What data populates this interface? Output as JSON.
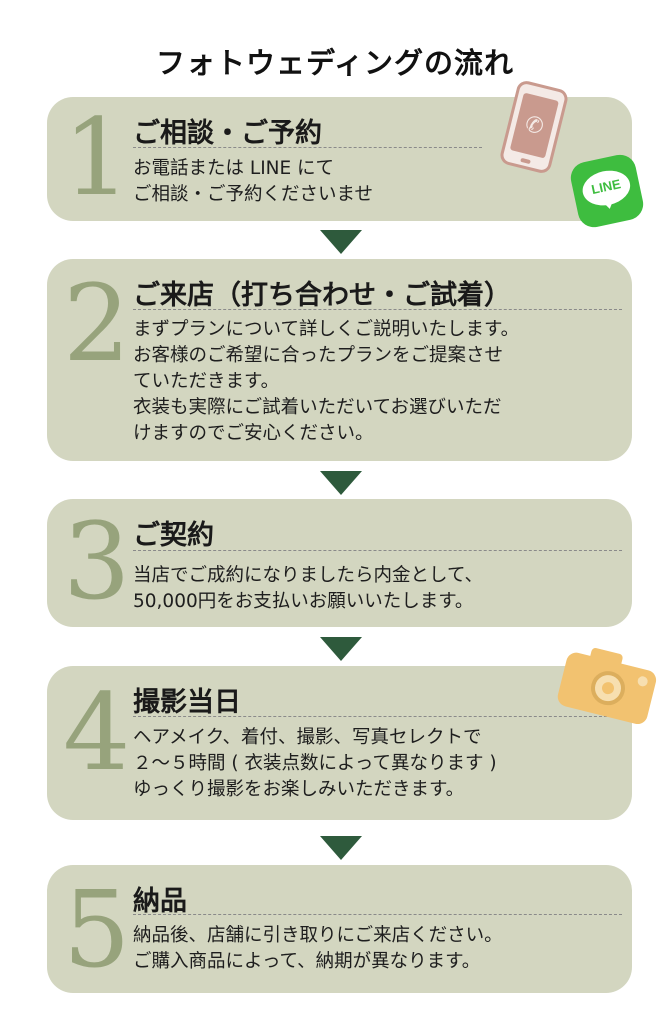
{
  "page": {
    "title": "フォトウェディングの流れ"
  },
  "steps": [
    {
      "number": "1",
      "title": "ご相談・ご予約",
      "description": "お電話または LINE にて\nご相談・ご予約くださいませ"
    },
    {
      "number": "2",
      "title": "ご来店（打ち合わせ・ご試着）",
      "description": "まずプランについて詳しくご説明いたします。\nお客様のご希望に合ったプランをご提案させ\nていただきます。\n衣装も実際にご試着いただいてお選びいただ\nけますのでご安心ください。"
    },
    {
      "number": "3",
      "title": "ご契約",
      "description": "当店でご成約になりましたら内金として、\n50,000円をお支払いお願いいたします。"
    },
    {
      "number": "4",
      "title": "撮影当日",
      "description": "ヘアメイク、着付、撮影、写真セレクトで\n２～５時間 ( 衣装点数によって異なります )\nゆっくり撮影をお楽しみいただきます。"
    },
    {
      "number": "5",
      "title": "納品",
      "description": "納品後、店舗に引き取りにご来店ください。\nご購入商品によって、納期が異なります。"
    }
  ],
  "icons": {
    "phone": "phone-icon",
    "line": "line-icon",
    "line_text": "LINE",
    "camera": "camera-icon"
  },
  "colors": {
    "card": "#d3d6c0",
    "number": "#97a37c",
    "arrow": "#2e5a3c",
    "line_green": "#3ebd3f",
    "camera": "#f2c270",
    "phone": "#c99a8e"
  }
}
